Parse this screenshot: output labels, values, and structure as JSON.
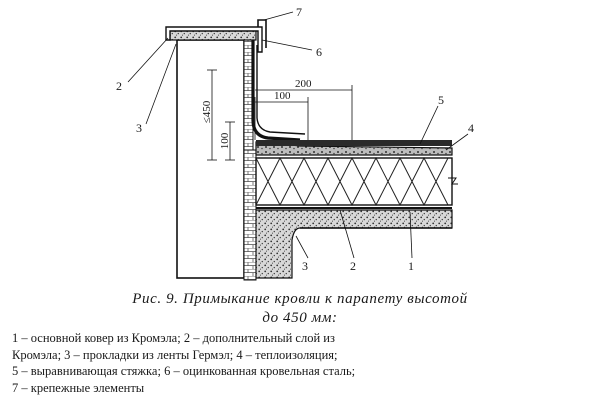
{
  "figure": {
    "dimensions": {
      "height_limit": "≤450",
      "d100_vertical": "100",
      "d100_horizontal": "100",
      "d200": "200"
    },
    "callouts": {
      "top": [
        "7",
        "6",
        "2",
        "3",
        "5",
        "4"
      ],
      "bottom": [
        "3",
        "2",
        "1"
      ]
    }
  },
  "caption": {
    "line1": "Рис.  9. Примыкание кровли к парапету высотой",
    "line2": "до 450 мм:"
  },
  "legend": {
    "line1": "1 – основной ковер из Кромэла; 2 – дополнительный слой из",
    "line2": "Кромэла; 3 – прокладки из ленты Гермэл; 4 – теплоизоляция;",
    "line3": "5 – выравнивающая стяжка; 6 – оцинкованная кровельная сталь;",
    "line4": "7 – крепежные элементы"
  }
}
